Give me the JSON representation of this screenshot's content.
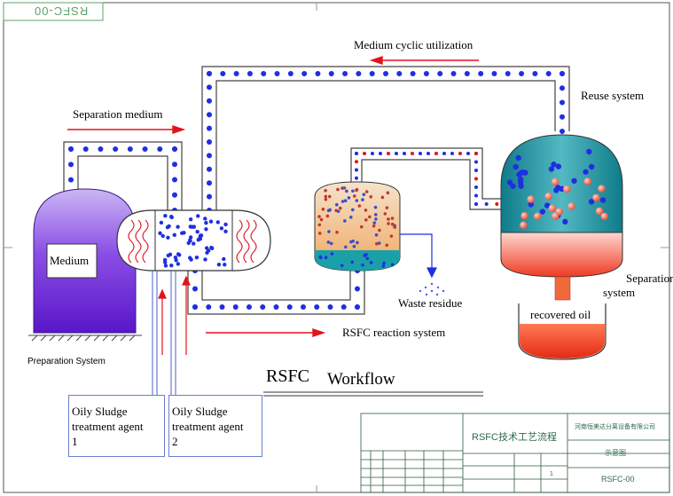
{
  "title_block_top": "RSFC-00",
  "labels": {
    "medium_cyclic": "Medium cyclic utilization",
    "reuse_system": "Reuse system",
    "separation_medium": "Separation medium",
    "medium": "Medium",
    "preparation_system": "Preparation System",
    "waste_residue": "Waste residue",
    "rsfc_reaction_system": "RSFC reaction system",
    "separation_system_line1": "Separation",
    "separation_system_line2": "system",
    "recovered_oil": "recovered oil"
  },
  "diagram_title": {
    "code": "RSFC",
    "word": "Workflow"
  },
  "agents": [
    {
      "line1": "Oily Sludge",
      "line2": "treatment agent",
      "num": "1"
    },
    {
      "line1": "Oily Sludge",
      "line2": "treatment agent",
      "num": "2"
    }
  ],
  "title_block": {
    "drawing_name": "RSFC技术工艺流程",
    "company": "河南恒美达分离设备有限公司",
    "sheet_title": "示意图",
    "drawing_no": "RSFC-00",
    "sheet": "1"
  },
  "colors": {
    "pipe_dot": "#1f2fe0",
    "arrow": "#e0141c",
    "medium_tank": "#7a2fd8",
    "reuse_tank": "#1a8a96",
    "oil": "#ef3a22"
  }
}
